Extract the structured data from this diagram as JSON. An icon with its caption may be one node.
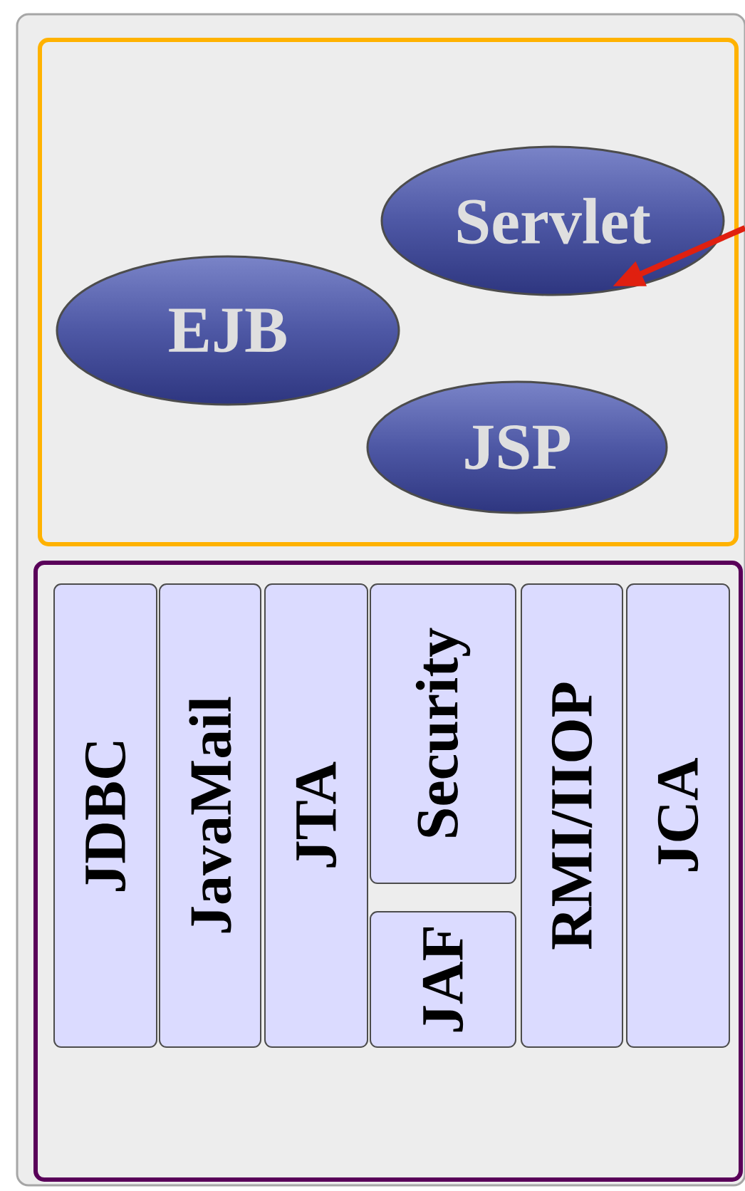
{
  "diagram": {
    "nodes": [
      {
        "text": [],
        "shape": "box"
      },
      {
        "text": [
          "Servlet"
        ],
        "in": 0
      },
      {
        "text": [
          "EJB"
        ],
        "in": 0
      },
      {
        "text": [
          "JSP"
        ],
        "in": 0
      },
      {
        "text": [],
        "shape": "box"
      },
      {
        "text": [
          "JDBC"
        ],
        "in": 4
      },
      {
        "text": [
          "JavaMail"
        ],
        "in": 4
      },
      {
        "text": [
          "JTA"
        ],
        "in": 4
      },
      {
        "text": [
          "Security"
        ],
        "in": 4
      },
      {
        "text": [
          "JAF"
        ],
        "in": 4
      },
      {
        "text": [
          "RMI/IIOP"
        ],
        "in": 4
      },
      {
        "text": [
          "JCA"
        ],
        "in": 4
      }
    ],
    "edges": [
      {
        "from": null,
        "to": 1,
        "arrow": "to",
        "color": "#e02010"
      }
    ]
  }
}
